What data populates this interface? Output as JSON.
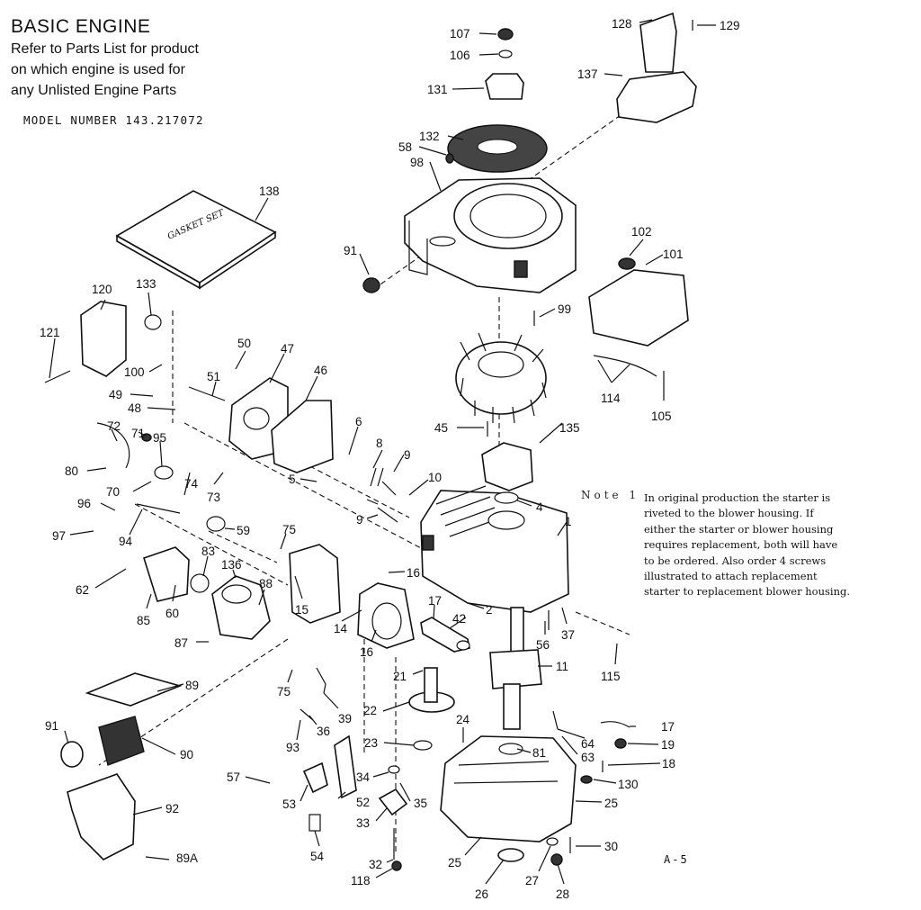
{
  "header": {
    "title": "BASIC ENGINE",
    "lines": [
      "Refer to Parts List for product",
      "on which engine is used for",
      "any Unlisted Engine Parts"
    ],
    "model": "MODEL NUMBER 143.217072"
  },
  "gasket_label": "GASKET SET",
  "note": {
    "label": "Note 1",
    "lines": [
      "In original production the starter is",
      "riveted to the blower housing. If",
      "either the starter or blower housing",
      "requires replacement, both will have",
      "to be ordered. Also order 4 screws",
      "illustrated to attach replacement",
      "starter to replacement blower housing."
    ]
  },
  "page_code": "A-5",
  "part_numbers": [
    {
      "id": "p107",
      "text": "107"
    },
    {
      "id": "p106",
      "text": "106"
    },
    {
      "id": "p131",
      "text": "131"
    },
    {
      "id": "p128",
      "text": "128"
    },
    {
      "id": "p129",
      "text": "129"
    },
    {
      "id": "p137",
      "text": "137"
    },
    {
      "id": "p132",
      "text": "132"
    },
    {
      "id": "p58",
      "text": "58"
    },
    {
      "id": "p98",
      "text": "98"
    },
    {
      "id": "p138",
      "text": "138"
    },
    {
      "id": "p91a",
      "text": "91"
    },
    {
      "id": "p102",
      "text": "102"
    },
    {
      "id": "p101",
      "text": "101"
    },
    {
      "id": "p99",
      "text": "99"
    },
    {
      "id": "p120",
      "text": "120"
    },
    {
      "id": "p133",
      "text": "133"
    },
    {
      "id": "p121",
      "text": "121"
    },
    {
      "id": "p50",
      "text": "50"
    },
    {
      "id": "p47",
      "text": "47"
    },
    {
      "id": "p100",
      "text": "100"
    },
    {
      "id": "p51",
      "text": "51"
    },
    {
      "id": "p49",
      "text": "49"
    },
    {
      "id": "p48",
      "text": "48"
    },
    {
      "id": "p46",
      "text": "46"
    },
    {
      "id": "p114",
      "text": "114"
    },
    {
      "id": "p105",
      "text": "105"
    },
    {
      "id": "p72",
      "text": "72"
    },
    {
      "id": "p71",
      "text": "71"
    },
    {
      "id": "p95",
      "text": "95"
    },
    {
      "id": "p6",
      "text": "6"
    },
    {
      "id": "p45",
      "text": "45"
    },
    {
      "id": "p135",
      "text": "135"
    },
    {
      "id": "p80",
      "text": "80"
    },
    {
      "id": "p8",
      "text": "8"
    },
    {
      "id": "p9a",
      "text": "9"
    },
    {
      "id": "p70",
      "text": "70"
    },
    {
      "id": "p74",
      "text": "74"
    },
    {
      "id": "p73",
      "text": "73"
    },
    {
      "id": "p5",
      "text": "5"
    },
    {
      "id": "p10",
      "text": "10"
    },
    {
      "id": "p96",
      "text": "96"
    },
    {
      "id": "p4",
      "text": "4"
    },
    {
      "id": "p9b",
      "text": "9"
    },
    {
      "id": "p1",
      "text": "1"
    },
    {
      "id": "p97",
      "text": "97"
    },
    {
      "id": "p94",
      "text": "94"
    },
    {
      "id": "p59",
      "text": "59"
    },
    {
      "id": "p75a",
      "text": "75"
    },
    {
      "id": "p83",
      "text": "83"
    },
    {
      "id": "p136",
      "text": "136"
    },
    {
      "id": "p62",
      "text": "62"
    },
    {
      "id": "p16a",
      "text": "16"
    },
    {
      "id": "p88",
      "text": "88"
    },
    {
      "id": "p15",
      "text": "15"
    },
    {
      "id": "p17a",
      "text": "17"
    },
    {
      "id": "p85",
      "text": "85"
    },
    {
      "id": "p60",
      "text": "60"
    },
    {
      "id": "p14",
      "text": "14"
    },
    {
      "id": "p42",
      "text": "42"
    },
    {
      "id": "p2",
      "text": "2"
    },
    {
      "id": "p87",
      "text": "87"
    },
    {
      "id": "p16b",
      "text": "16"
    },
    {
      "id": "p56",
      "text": "56"
    },
    {
      "id": "p37",
      "text": "37"
    },
    {
      "id": "p11",
      "text": "11"
    },
    {
      "id": "p21",
      "text": "21"
    },
    {
      "id": "p115",
      "text": "115"
    },
    {
      "id": "p89",
      "text": "89"
    },
    {
      "id": "p75b",
      "text": "75"
    },
    {
      "id": "p22",
      "text": "22"
    },
    {
      "id": "p39",
      "text": "39"
    },
    {
      "id": "p36",
      "text": "36"
    },
    {
      "id": "p24",
      "text": "24"
    },
    {
      "id": "p17b",
      "text": "17"
    },
    {
      "id": "p91b",
      "text": "91"
    },
    {
      "id": "p93",
      "text": "93"
    },
    {
      "id": "p64",
      "text": "64"
    },
    {
      "id": "p19",
      "text": "19"
    },
    {
      "id": "p23",
      "text": "23"
    },
    {
      "id": "p81",
      "text": "81"
    },
    {
      "id": "p63",
      "text": "63"
    },
    {
      "id": "p90",
      "text": "90"
    },
    {
      "id": "p18",
      "text": "18"
    },
    {
      "id": "p57",
      "text": "57"
    },
    {
      "id": "p34",
      "text": "34"
    },
    {
      "id": "p130",
      "text": "130"
    },
    {
      "id": "p53",
      "text": "53"
    },
    {
      "id": "p52",
      "text": "52"
    },
    {
      "id": "p35",
      "text": "35"
    },
    {
      "id": "p25a",
      "text": "25"
    },
    {
      "id": "p92",
      "text": "92"
    },
    {
      "id": "p33",
      "text": "33"
    },
    {
      "id": "p30",
      "text": "30"
    },
    {
      "id": "p54",
      "text": "54"
    },
    {
      "id": "p89a",
      "text": "89A"
    },
    {
      "id": "p32",
      "text": "32"
    },
    {
      "id": "p25b",
      "text": "25"
    },
    {
      "id": "p118",
      "text": "118"
    },
    {
      "id": "p27",
      "text": "27"
    },
    {
      "id": "p26",
      "text": "26"
    },
    {
      "id": "p28",
      "text": "28"
    }
  ]
}
